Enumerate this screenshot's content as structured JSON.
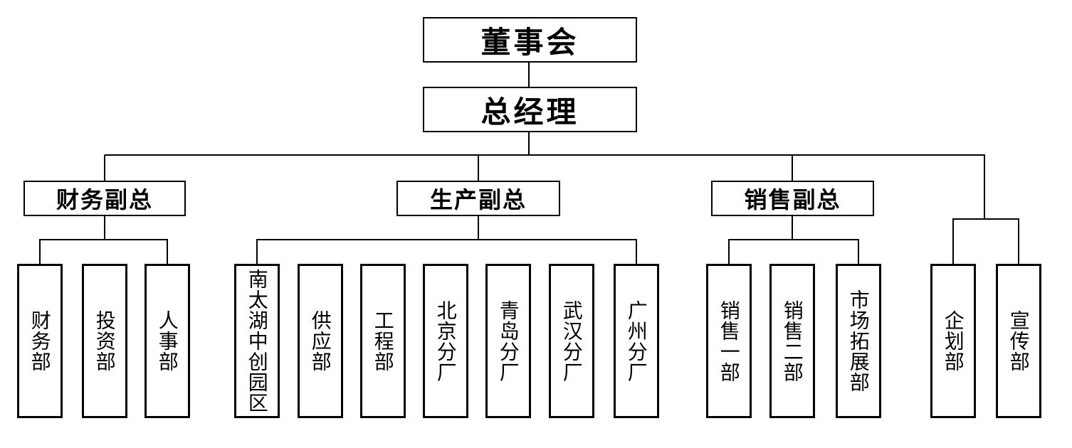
{
  "org_chart": {
    "type": "organization-chart",
    "colors": {
      "background": "#ffffff",
      "box_fill": "#ffffff",
      "box_border": "#000000",
      "line": "#000000",
      "text": "#000000"
    },
    "root": "董事会",
    "general_manager": "总经理",
    "branches": {
      "finance": {
        "label": "财务副总",
        "children": [
          "财务部",
          "投资部",
          "人事部"
        ]
      },
      "production": {
        "label": "生产副总",
        "children": [
          "南太湖中创园区",
          "供应部",
          "工程部",
          "北京分厂",
          "青岛分厂",
          "武汉分厂",
          "广州分厂"
        ]
      },
      "sales": {
        "label": "销售副总",
        "children": [
          "销售一部",
          "销售二部",
          "市场拓展部"
        ]
      },
      "direct": {
        "children": [
          "企划部",
          "宣传部"
        ]
      }
    }
  }
}
